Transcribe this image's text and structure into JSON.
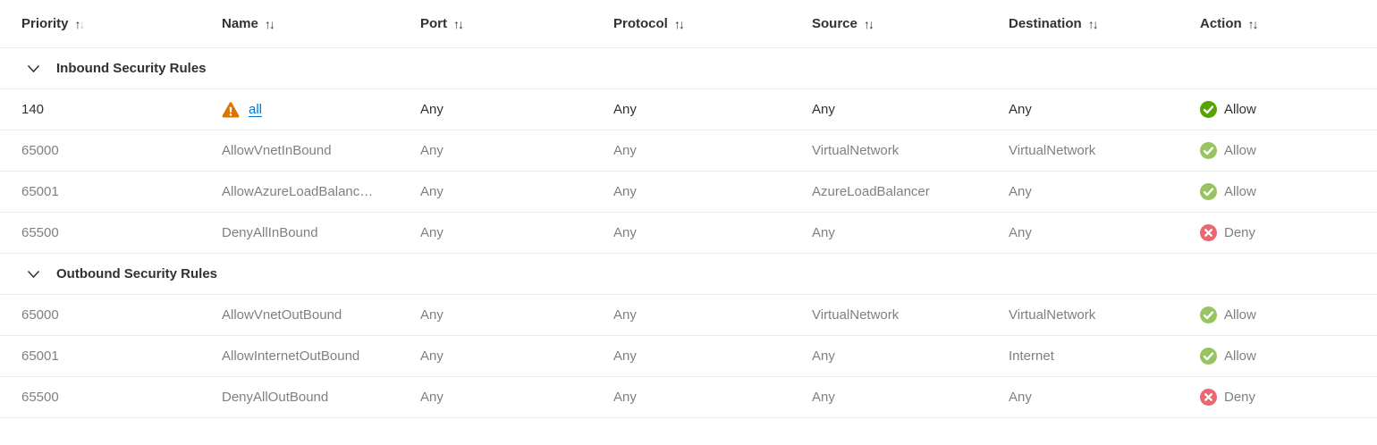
{
  "colors": {
    "text": "#323130",
    "link": "#0078d4",
    "green": "#57a300",
    "red": "#e00b1c",
    "orange": "#db7500",
    "divider": "#edebe9",
    "sort-dim": "#c8c6c4"
  },
  "table": {
    "columns": [
      {
        "label": "Priority",
        "sorted": "ascending"
      },
      {
        "label": "Name",
        "sorted": "none"
      },
      {
        "label": "Port",
        "sorted": "none"
      },
      {
        "label": "Protocol",
        "sorted": "none"
      },
      {
        "label": "Source",
        "sorted": "none"
      },
      {
        "label": "Destination",
        "sorted": "none"
      },
      {
        "label": "Action",
        "sorted": "none"
      }
    ],
    "sort_up_glyph": "↑",
    "sort_down_glyph": "↓",
    "sections": [
      {
        "title": "Inbound Security Rules",
        "rows": [
          {
            "priority": "140",
            "name": "all",
            "has_warning": true,
            "is_link": true,
            "port": "Any",
            "protocol": "Any",
            "source": "Any",
            "destination": "Any",
            "action": "Allow",
            "default_rule": false
          },
          {
            "priority": "65000",
            "name": "AllowVnetInBound",
            "port": "Any",
            "protocol": "Any",
            "source": "VirtualNetwork",
            "destination": "VirtualNetwork",
            "action": "Allow",
            "default_rule": true
          },
          {
            "priority": "65001",
            "name": "AllowAzureLoadBalanc…",
            "port": "Any",
            "protocol": "Any",
            "source": "AzureLoadBalancer",
            "destination": "Any",
            "action": "Allow",
            "default_rule": true
          },
          {
            "priority": "65500",
            "name": "DenyAllInBound",
            "port": "Any",
            "protocol": "Any",
            "source": "Any",
            "destination": "Any",
            "action": "Deny",
            "default_rule": true
          }
        ]
      },
      {
        "title": "Outbound Security Rules",
        "rows": [
          {
            "priority": "65000",
            "name": "AllowVnetOutBound",
            "port": "Any",
            "protocol": "Any",
            "source": "VirtualNetwork",
            "destination": "VirtualNetwork",
            "action": "Allow",
            "default_rule": true
          },
          {
            "priority": "65001",
            "name": "AllowInternetOutBound",
            "port": "Any",
            "protocol": "Any",
            "source": "Any",
            "destination": "Internet",
            "action": "Allow",
            "default_rule": true
          },
          {
            "priority": "65500",
            "name": "DenyAllOutBound",
            "port": "Any",
            "protocol": "Any",
            "source": "Any",
            "destination": "Any",
            "action": "Deny",
            "default_rule": true
          }
        ]
      }
    ]
  }
}
